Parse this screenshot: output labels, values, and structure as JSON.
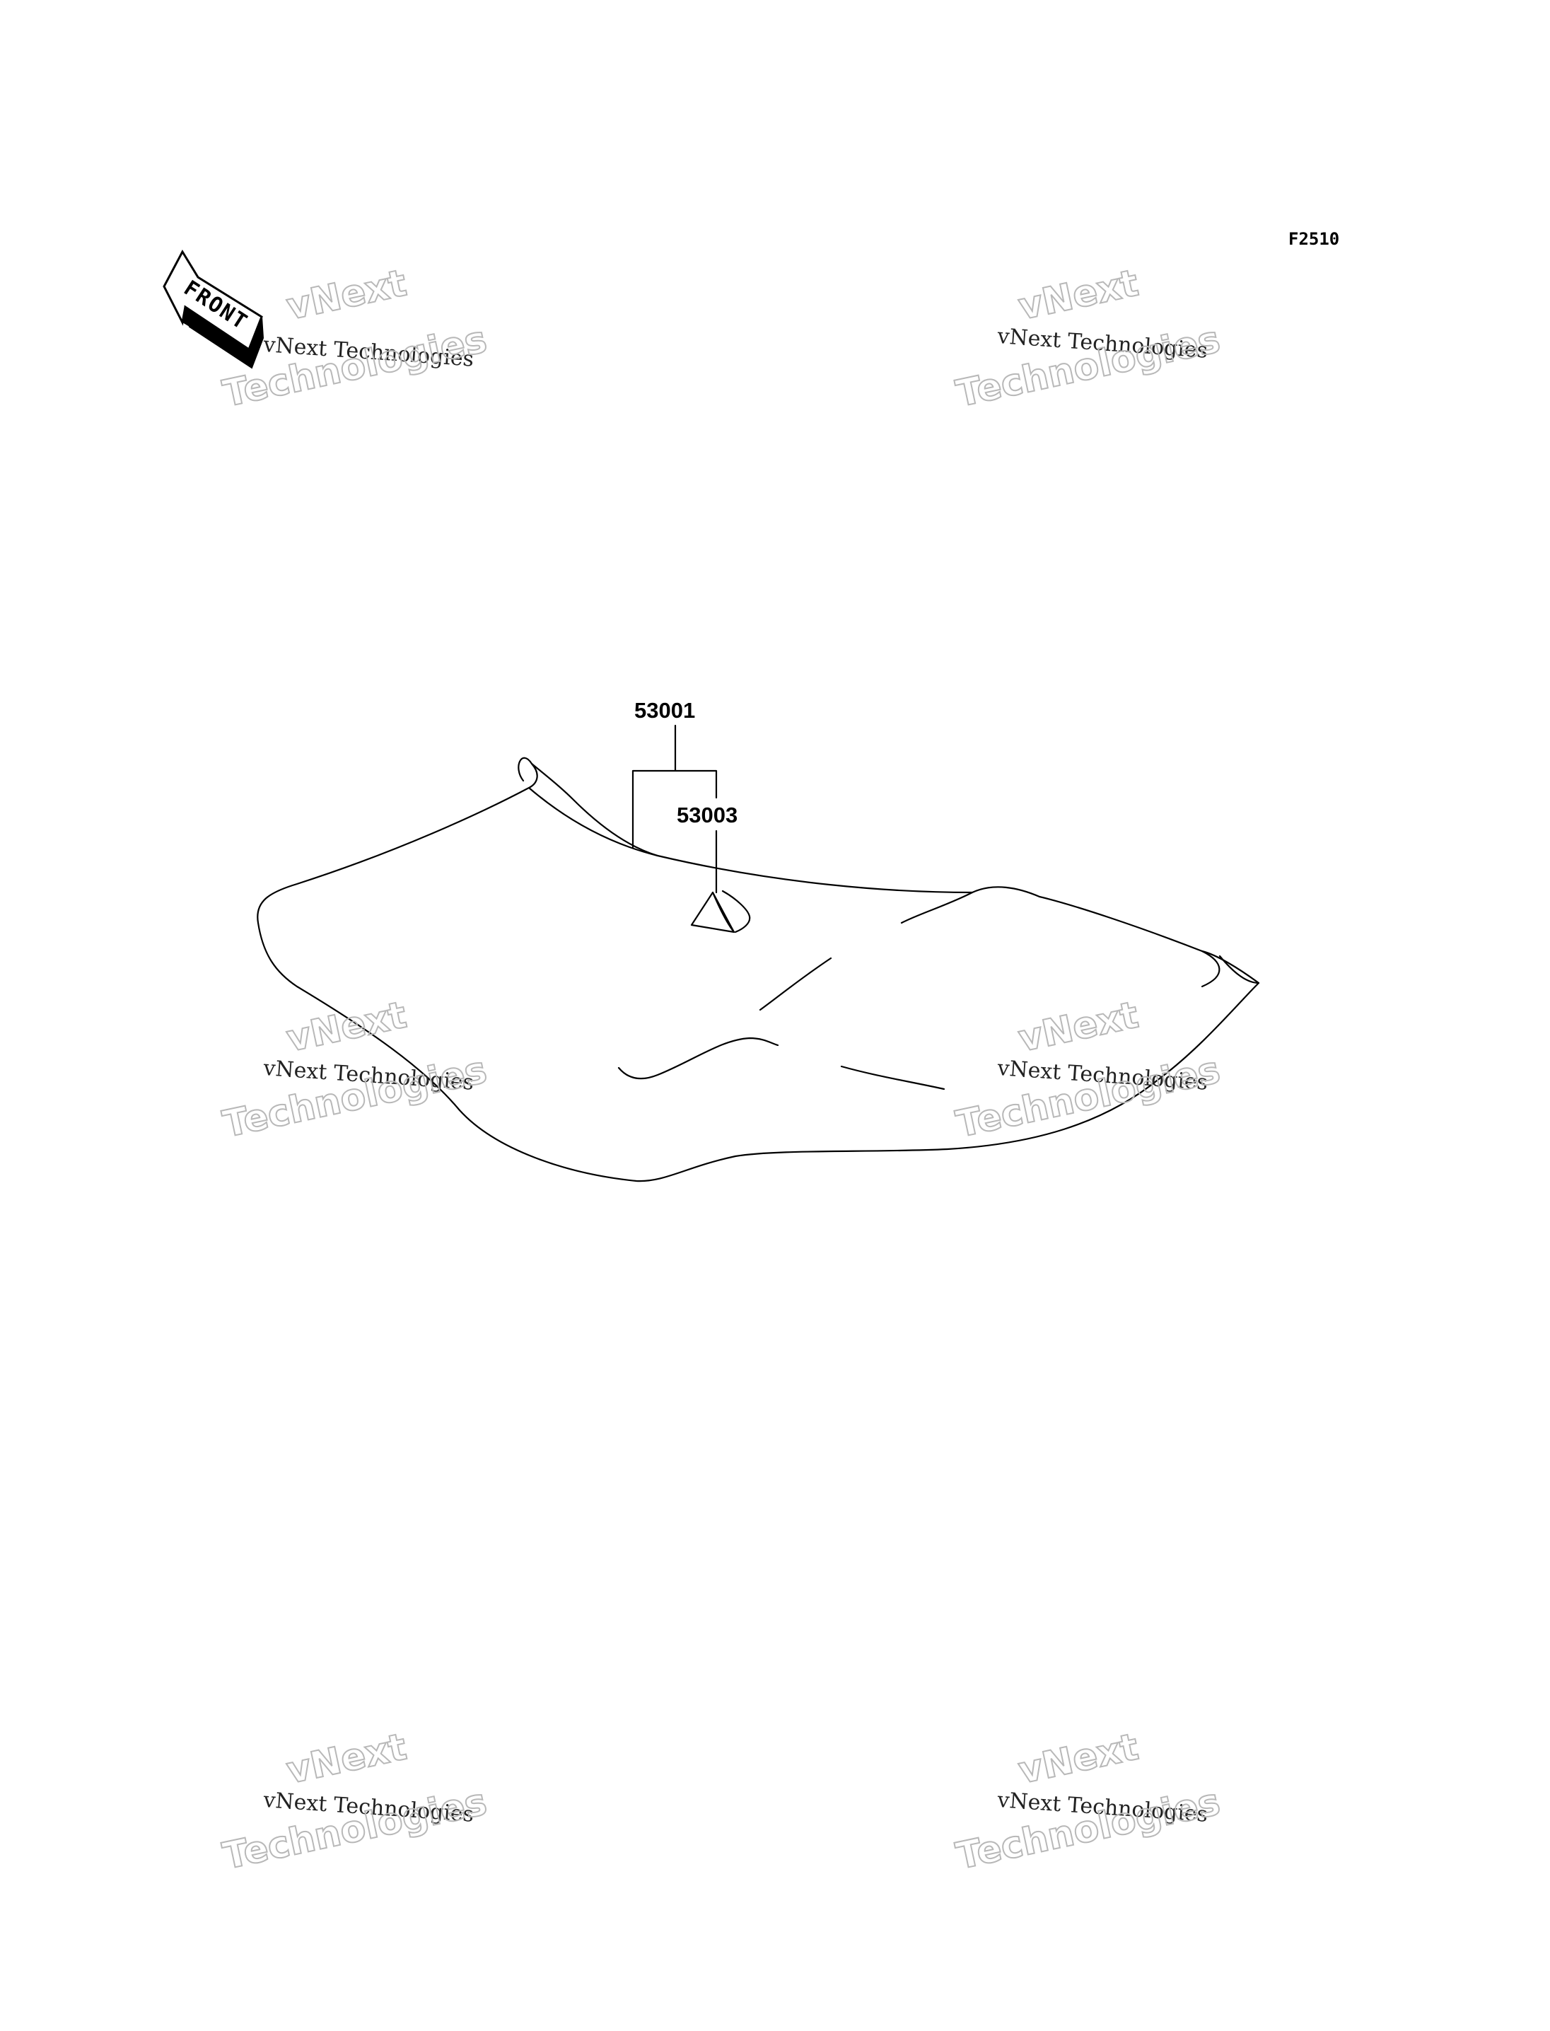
{
  "figure_id": "F2510",
  "front_label": "FRONT",
  "callouts": {
    "seat": "53001",
    "cover": "53003"
  },
  "watermark": {
    "line1": "vNext Technologies",
    "line2_a": "vNext",
    "line2_b": "Technologies"
  },
  "icons": [
    "front-arrow-icon"
  ]
}
